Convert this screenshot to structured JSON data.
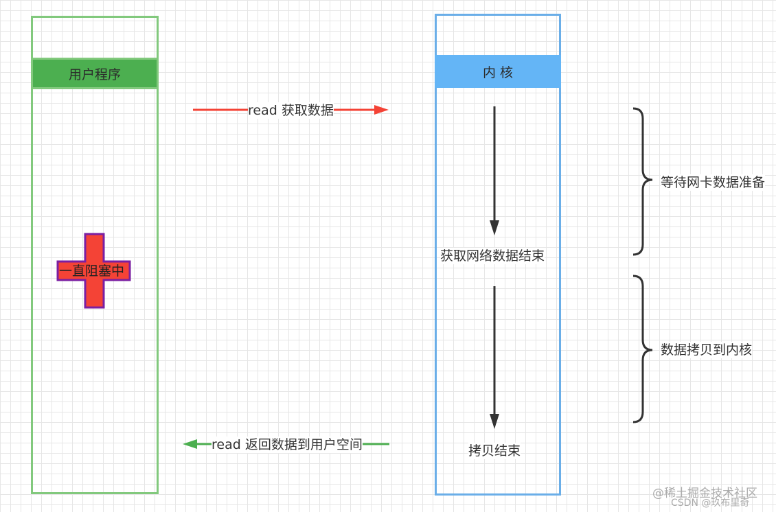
{
  "lanes": {
    "user": {
      "title": "用户程序",
      "border_color": "#82c97d",
      "header_color": "#4caf50"
    },
    "kernel": {
      "title": "内 核",
      "border_color": "#6aaee8",
      "header_color": "#64b5f6"
    }
  },
  "arrows": {
    "request": {
      "label": "read 获取数据",
      "color": "#f44336"
    },
    "response": {
      "label": "read 返回数据到用户空间",
      "color": "#4caf50"
    }
  },
  "block_shape": {
    "label": "一直阻塞中",
    "fill": "#f44336",
    "stroke": "#7b1fa2"
  },
  "kernel_steps": [
    "获取网络数据结束",
    "拷贝结束"
  ],
  "braces": [
    "等待网卡数据准备",
    "数据拷贝到内核"
  ],
  "watermark": {
    "line1": "@稀土掘金技术社区",
    "line2": "CSDN @玖布里奇"
  }
}
